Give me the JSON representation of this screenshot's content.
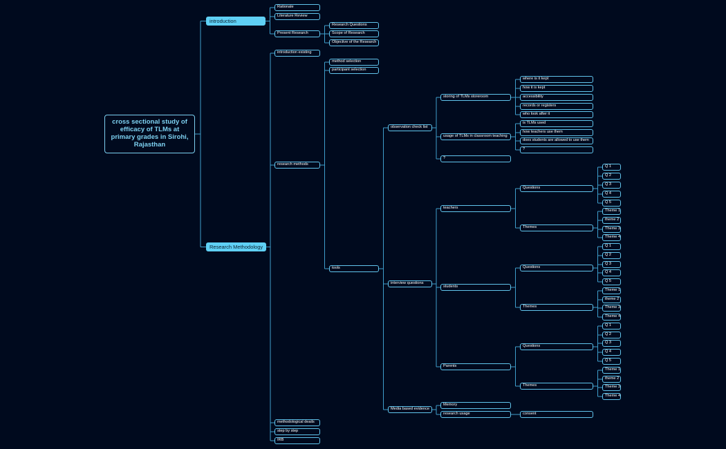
{
  "colors": {
    "background": "#000a1e",
    "line": "#3f9fcc",
    "node_border": "#62c6ee",
    "level1_fill": "#5fd0f5",
    "root_text": "#7ed2f2"
  },
  "root": {
    "label": "cross sectional study of efficacy of TLMs at primary grades in Sirohi, Rajasthan"
  },
  "branches": {
    "introduction": {
      "label": "introduction",
      "rationale": "Rationale",
      "literature_review": "Literature Review",
      "present_research": {
        "label": "Present Research",
        "research_questions": "Research Questions",
        "scope": "Scope of Research",
        "objective": "Objective of the Research"
      }
    },
    "methodology": {
      "label": "Research Methodology",
      "intro_existing": "introduction existing",
      "methodological_deails": "methodological deails",
      "step_by_step": "step by step",
      "irb": "IRB",
      "research_methods": {
        "label": "research methods",
        "method_selection": "method selection",
        "participant_selection": "participant selection",
        "tools": {
          "label": "tools",
          "observation": {
            "label": "observation check list",
            "storing": {
              "label": "storing of TLMs storeroom",
              "items": [
                "where is it kept",
                "how it is kept",
                "accessibility",
                "records or registers",
                "who look after it"
              ]
            },
            "usage": {
              "label": "usage of TLMs in classroom teaching",
              "items": [
                "is TLMs used",
                "how teachers use them",
                "does students are allowed to use them",
                "?"
              ]
            },
            "other": "?"
          },
          "interview": {
            "label": "interview questions",
            "groups": [
              {
                "label": "teachers",
                "questions_label": "Questions",
                "questions": [
                  "Q 1",
                  "Q 2",
                  "Q 3",
                  "Q 4",
                  "Q 5"
                ],
                "themes_label": "Themes",
                "themes": [
                  "Theme 1",
                  "theme 2",
                  "Theme 3",
                  "Theme 4"
                ]
              },
              {
                "label": "students",
                "questions_label": "Questions",
                "questions": [
                  "Q 1",
                  "Q 2",
                  "Q 3",
                  "Q 4",
                  "Q 5"
                ],
                "themes_label": "Themes",
                "themes": [
                  "Theme 1",
                  "theme 2",
                  "Theme 3",
                  "Theme 4"
                ]
              },
              {
                "label": "Parents",
                "questions_label": "Questions",
                "questions": [
                  "Q 1",
                  "Q 2",
                  "Q 3",
                  "Q 4",
                  "Q 5"
                ],
                "themes_label": "Themes",
                "themes": [
                  "Theme 1",
                  "theme 2",
                  "Theme 3",
                  "Theme 4"
                ]
              }
            ]
          },
          "media": {
            "label": "Media based evidence",
            "memory": "Memory",
            "research_usage": {
              "label": "research usage",
              "consent": "consent"
            }
          }
        }
      }
    }
  }
}
